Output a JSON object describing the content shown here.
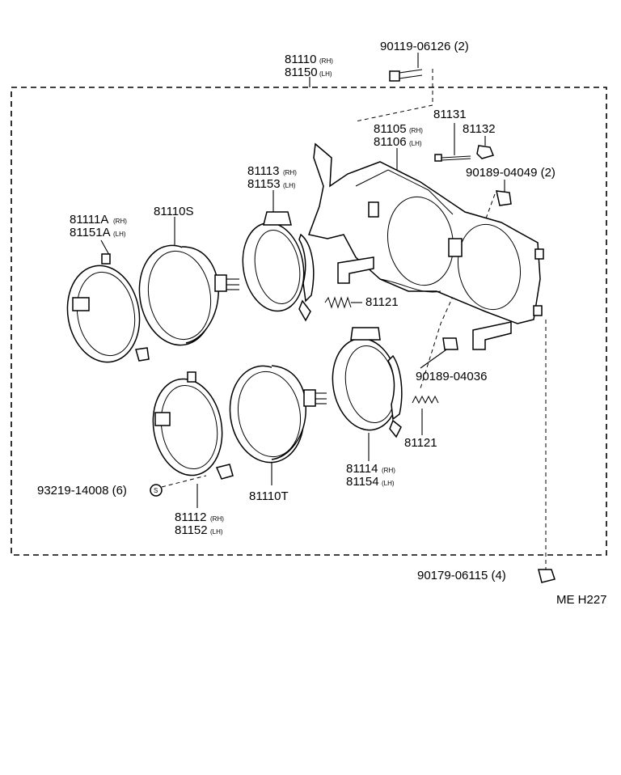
{
  "labels": {
    "assy_rh": "81110",
    "assy_lh": "81150",
    "screw_top": "90119-06126 (2)",
    "housing_rh": "81105",
    "housing_lh": "81106",
    "adj_screw": "81131",
    "adj_nut": "81132",
    "nut_90189_04049": "90189-04049 (2)",
    "ring_81113": "81113",
    "ring_81153": "81153",
    "unit_81110s": "81110S",
    "rim_81111a": "81111A",
    "rim_81151a": "81151A",
    "spring_upper": "81121",
    "nut_90189_04036": "90189-04036",
    "spring_lower": "81121",
    "ring_81114": "81114",
    "ring_81154": "81154",
    "rim_81112": "81112",
    "rim_81152": "81152",
    "unit_81110t": "81110T",
    "screw_93219": "93219-14008 (6)",
    "screw_symbol": "S",
    "nut_90179": "90179-06115 (4)",
    "code": "ME H227",
    "rh": "(RH)",
    "lh": "(LH)"
  }
}
